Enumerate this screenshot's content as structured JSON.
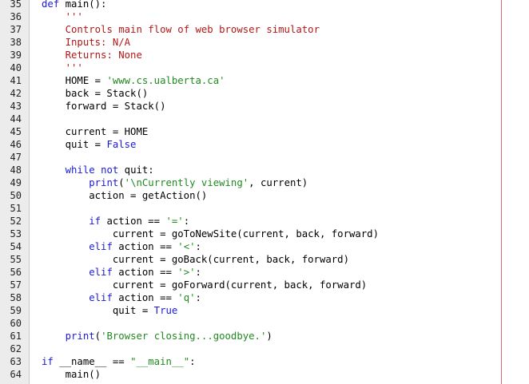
{
  "editor": {
    "colors": {
      "keyword": "#1a1ad6",
      "string": "#1f8a1f",
      "docstring": "#b01818",
      "text": "#000000",
      "gutter": "#ececec",
      "margin_line": "#d76b6b"
    },
    "lines": [
      {
        "num": "35",
        "tokens": [
          {
            "t": "kw",
            "v": "def"
          },
          {
            "t": "plain",
            "v": " main():"
          }
        ]
      },
      {
        "num": "36",
        "tokens": [
          {
            "t": "plain",
            "v": "    "
          },
          {
            "t": "cmt",
            "v": "'''"
          }
        ]
      },
      {
        "num": "37",
        "tokens": [
          {
            "t": "plain",
            "v": "    "
          },
          {
            "t": "cmt",
            "v": "Controls main flow of web browser simulator"
          }
        ]
      },
      {
        "num": "38",
        "tokens": [
          {
            "t": "plain",
            "v": "    "
          },
          {
            "t": "cmt",
            "v": "Inputs: N/A"
          }
        ]
      },
      {
        "num": "39",
        "tokens": [
          {
            "t": "plain",
            "v": "    "
          },
          {
            "t": "cmt",
            "v": "Returns: None"
          }
        ]
      },
      {
        "num": "40",
        "tokens": [
          {
            "t": "plain",
            "v": "    "
          },
          {
            "t": "cmt",
            "v": "'''"
          }
        ]
      },
      {
        "num": "41",
        "tokens": [
          {
            "t": "plain",
            "v": "    HOME = "
          },
          {
            "t": "str",
            "v": "'www.cs.ualberta.ca'"
          }
        ]
      },
      {
        "num": "42",
        "tokens": [
          {
            "t": "plain",
            "v": "    back = Stack()"
          }
        ]
      },
      {
        "num": "43",
        "tokens": [
          {
            "t": "plain",
            "v": "    forward = Stack()"
          }
        ]
      },
      {
        "num": "44",
        "tokens": []
      },
      {
        "num": "45",
        "tokens": [
          {
            "t": "plain",
            "v": "    current = HOME"
          }
        ]
      },
      {
        "num": "46",
        "tokens": [
          {
            "t": "plain",
            "v": "    quit = "
          },
          {
            "t": "kw",
            "v": "False"
          }
        ]
      },
      {
        "num": "47",
        "tokens": []
      },
      {
        "num": "48",
        "tokens": [
          {
            "t": "plain",
            "v": "    "
          },
          {
            "t": "kw",
            "v": "while"
          },
          {
            "t": "plain",
            "v": " "
          },
          {
            "t": "kw",
            "v": "not"
          },
          {
            "t": "plain",
            "v": " quit:"
          }
        ]
      },
      {
        "num": "49",
        "tokens": [
          {
            "t": "plain",
            "v": "        "
          },
          {
            "t": "kw",
            "v": "print"
          },
          {
            "t": "plain",
            "v": "("
          },
          {
            "t": "str",
            "v": "'\\nCurrently viewing'"
          },
          {
            "t": "plain",
            "v": ", current)"
          }
        ]
      },
      {
        "num": "50",
        "tokens": [
          {
            "t": "plain",
            "v": "        action = getAction()"
          }
        ]
      },
      {
        "num": "51",
        "tokens": []
      },
      {
        "num": "52",
        "tokens": [
          {
            "t": "plain",
            "v": "        "
          },
          {
            "t": "kw",
            "v": "if"
          },
          {
            "t": "plain",
            "v": " action == "
          },
          {
            "t": "str",
            "v": "'='"
          },
          {
            "t": "plain",
            "v": ":"
          }
        ]
      },
      {
        "num": "53",
        "tokens": [
          {
            "t": "plain",
            "v": "            current = goToNewSite(current, back, forward)"
          }
        ]
      },
      {
        "num": "54",
        "tokens": [
          {
            "t": "plain",
            "v": "        "
          },
          {
            "t": "kw",
            "v": "elif"
          },
          {
            "t": "plain",
            "v": " action == "
          },
          {
            "t": "str",
            "v": "'<'"
          },
          {
            "t": "plain",
            "v": ":"
          }
        ]
      },
      {
        "num": "55",
        "tokens": [
          {
            "t": "plain",
            "v": "            current = goBack(current, back, forward)"
          }
        ]
      },
      {
        "num": "56",
        "tokens": [
          {
            "t": "plain",
            "v": "        "
          },
          {
            "t": "kw",
            "v": "elif"
          },
          {
            "t": "plain",
            "v": " action == "
          },
          {
            "t": "str",
            "v": "'>'"
          },
          {
            "t": "plain",
            "v": ":"
          }
        ]
      },
      {
        "num": "57",
        "tokens": [
          {
            "t": "plain",
            "v": "            current = goForward(current, back, forward)"
          }
        ]
      },
      {
        "num": "58",
        "tokens": [
          {
            "t": "plain",
            "v": "        "
          },
          {
            "t": "kw",
            "v": "elif"
          },
          {
            "t": "plain",
            "v": " action == "
          },
          {
            "t": "str",
            "v": "'q'"
          },
          {
            "t": "plain",
            "v": ":"
          }
        ]
      },
      {
        "num": "59",
        "tokens": [
          {
            "t": "plain",
            "v": "            quit = "
          },
          {
            "t": "kw",
            "v": "True"
          }
        ]
      },
      {
        "num": "60",
        "tokens": []
      },
      {
        "num": "61",
        "tokens": [
          {
            "t": "plain",
            "v": "    "
          },
          {
            "t": "kw",
            "v": "print"
          },
          {
            "t": "plain",
            "v": "("
          },
          {
            "t": "str",
            "v": "'Browser closing...goodbye.'"
          },
          {
            "t": "plain",
            "v": ")"
          }
        ]
      },
      {
        "num": "62",
        "tokens": []
      },
      {
        "num": "63",
        "tokens": [
          {
            "t": "kw",
            "v": "if"
          },
          {
            "t": "plain",
            "v": " __name__ == "
          },
          {
            "t": "str",
            "v": "\"__main__\""
          },
          {
            "t": "plain",
            "v": ":"
          }
        ]
      },
      {
        "num": "64",
        "tokens": [
          {
            "t": "plain",
            "v": "    main()"
          }
        ]
      }
    ]
  }
}
